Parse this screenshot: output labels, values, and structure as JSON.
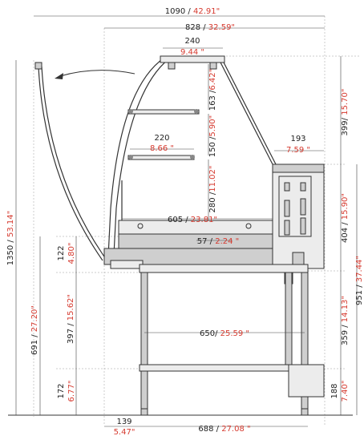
{
  "colors": {
    "mm": "#222222",
    "inch": "#d63a2f",
    "line": "#444444"
  },
  "dimensions": {
    "overall_width": {
      "mm": "1090",
      "sep": " / ",
      "inch": "42.91\""
    },
    "top_width": {
      "mm": "828",
      "sep": " / ",
      "inch": "32.59\""
    },
    "canopy_width": {
      "mm": "240",
      "inch": "9.44 \""
    },
    "canopy_gap": {
      "mm": "163 /",
      "inch": "6.42\""
    },
    "shelf_width": {
      "mm": "220",
      "inch": "8.66 \""
    },
    "shelf_gap": {
      "mm": "150 /",
      "inch": "5.90\""
    },
    "lower_gap": {
      "mm": "280 /",
      "inch": "11.02\""
    },
    "rear_width": {
      "mm": "193",
      "inch": "7.59 \""
    },
    "rear_top_height": {
      "mm": "399/ ",
      "inch": "15.70\""
    },
    "tank_width": {
      "mm": "605",
      "sep": " / ",
      "inch": "23.81\""
    },
    "deck_offset": {
      "mm": "57",
      "sep": " / ",
      "inch": "2.24 \""
    },
    "rear_unit_height": {
      "mm": "404",
      "sep": " / ",
      "inch": "15.90\""
    },
    "overall_height": {
      "mm": "1350",
      "sep": " / ",
      "inch": "53.14\""
    },
    "counter_height": {
      "mm": "951",
      "sep": " / ",
      "inch": "37.44\""
    },
    "base_thickness": {
      "mm": "122",
      "inch": "4.80\""
    },
    "leg_height": {
      "mm": "691",
      "sep": " / ",
      "inch": "27.20\""
    },
    "upper_frame_height": {
      "mm": "397",
      "sep": " / ",
      "inch": "15.62\""
    },
    "rear_leg_height": {
      "mm": "359",
      "sep": " / ",
      "inch": "14.13\""
    },
    "frame_width": {
      "mm": "650",
      "sep": "/ ",
      "inch": "25.59 \""
    },
    "foot_height": {
      "mm": "172",
      "inch": "6.77\""
    },
    "box_height": {
      "mm": "188",
      "inch": "7.40\""
    },
    "front_offset": {
      "mm": "139",
      "inch": "5.47\""
    },
    "base_width": {
      "mm": "688",
      "sep": " / ",
      "inch": "27.08 \""
    }
  }
}
